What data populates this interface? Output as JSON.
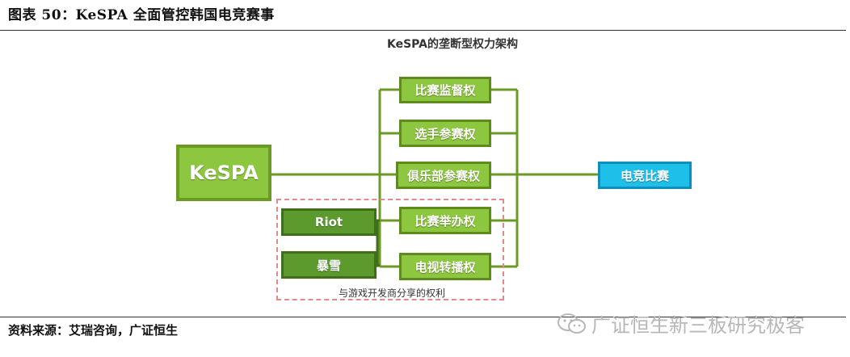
{
  "figure_title": "图表 50：KeSPA 全面管控韩国电竞赛事",
  "diagram_title": "KeSPA的垄断型权力架构",
  "nodes": {
    "kespa": "KeSPA",
    "rights": [
      "比赛监督权",
      "选手参赛权",
      "俱乐部参赛权",
      "比赛举办权",
      "电视转播权"
    ],
    "developers": [
      "Riot",
      "暴雪"
    ],
    "target": "电竞比赛"
  },
  "shared_rights_label": "与游戏开发商分享的权利",
  "source": "资料来源：艾瑞咨询，广证恒生",
  "watermark": "广证恒生新三板研究极客",
  "colors": {
    "light_green": "#8dc63f",
    "dark_green": "#5c9a2e",
    "cyan": "#1ec0ea",
    "dash_red": "#e58a8a"
  }
}
